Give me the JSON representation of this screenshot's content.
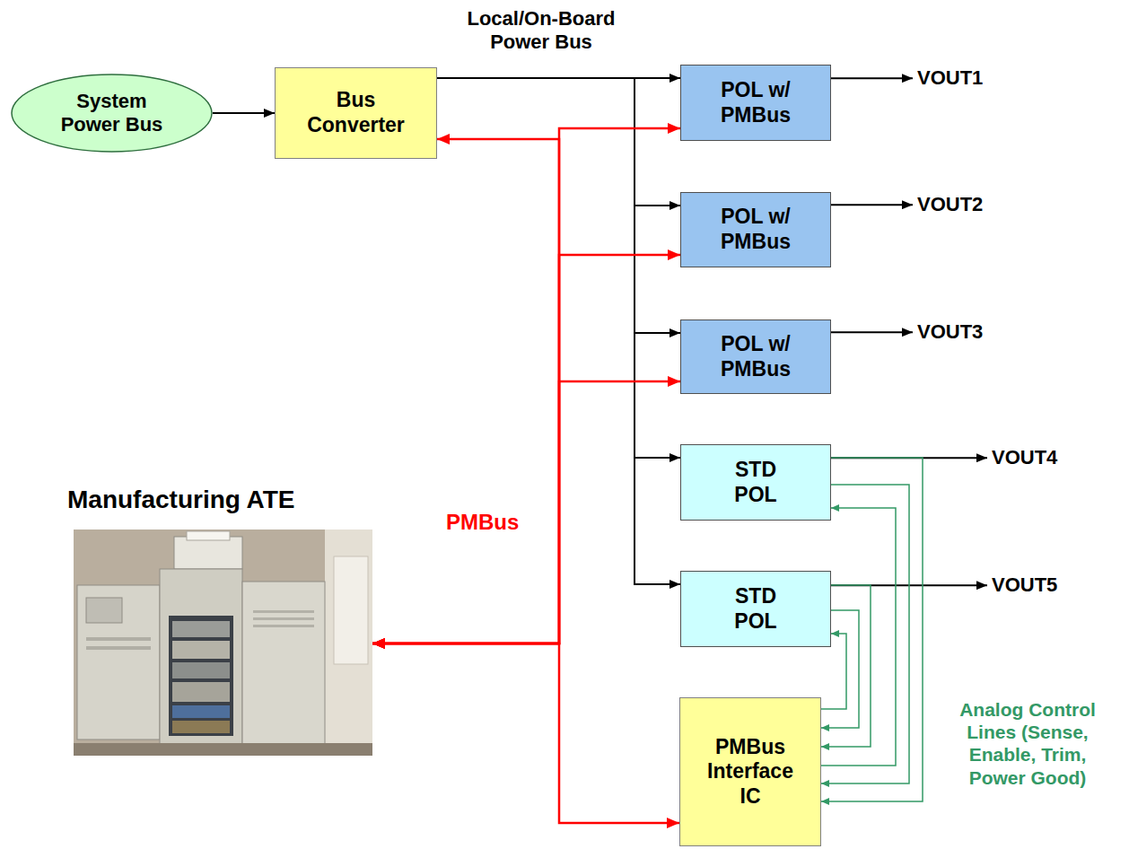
{
  "diagram": {
    "nodes": [
      {
        "text": [
          "System Power Bus"
        ]
      },
      {
        "text": [
          "Bus Converter"
        ]
      },
      {
        "text": [
          "POL w/ PMBus"
        ]
      },
      {
        "text": [
          "POL w/ PMBus"
        ]
      },
      {
        "text": [
          "POL w/ PMBus"
        ]
      },
      {
        "text": [
          "STD POL"
        ]
      },
      {
        "text": [
          "STD POL"
        ]
      },
      {
        "text": [
          "Manufacturing ATE"
        ]
      },
      {
        "text": [
          "PMBus Interface IC"
        ]
      }
    ],
    "edges": [
      {
        "from": 0,
        "to": 1,
        "arrow": "to"
      },
      {
        "from": 1,
        "to": 2,
        "arrow": "to",
        "label": "Local/On-Board Power Bus"
      },
      {
        "from": 1,
        "to": 3,
        "arrow": "to"
      },
      {
        "from": 1,
        "to": 4,
        "arrow": "to"
      },
      {
        "from": 1,
        "to": 5,
        "arrow": "to"
      },
      {
        "from": 1,
        "to": 6,
        "arrow": "to"
      },
      {
        "from": 7,
        "to": 1,
        "arrow": "both"
      },
      {
        "from": 7,
        "to": 2,
        "arrow": "both"
      },
      {
        "from": 7,
        "to": 3,
        "arrow": "both"
      },
      {
        "from": 7,
        "to": 4,
        "arrow": "both"
      },
      {
        "from": 7,
        "to": 8,
        "arrow": "both"
      },
      {
        "from": 5,
        "to": 8,
        "arrow": "to"
      },
      {
        "from": 5,
        "to": 8,
        "arrow": "to"
      },
      {
        "from": 8,
        "to": 5,
        "arrow": "to"
      },
      {
        "from": 6,
        "to": 8,
        "arrow": "to"
      },
      {
        "from": 6,
        "to": 8,
        "arrow": "to"
      },
      {
        "from": 8,
        "to": 6,
        "arrow": "to"
      }
    ],
    "labels": [
      "VOUT1",
      "VOUT2",
      "VOUT3",
      "VOUT4",
      "VOUT5",
      "PMBus",
      "Analog Control Lines (Sense, Enable, Trim, Power Good)"
    ]
  }
}
